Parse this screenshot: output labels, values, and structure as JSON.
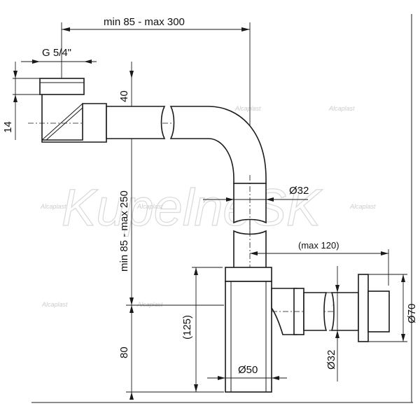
{
  "dimensions": {
    "horizontal_range": "min 85 - max 300",
    "thread": "G 5/4\"",
    "height_40": "40",
    "height_14": "14",
    "vertical_range": "min 85 - max 250",
    "pipe_diameter_top": "Ø32",
    "horizontal_max": "(max 120)",
    "body_height": "(125)",
    "bottom_height": "80",
    "body_diameter": "Ø50",
    "outlet_diameter": "Ø32",
    "flange_diameter": "Ø70"
  },
  "watermark": {
    "main": "KupelneSK",
    "brand": "Alcaplast"
  },
  "colors": {
    "line": "#1a1a1a",
    "background": "#ffffff",
    "watermark": "#d9d9d9"
  }
}
